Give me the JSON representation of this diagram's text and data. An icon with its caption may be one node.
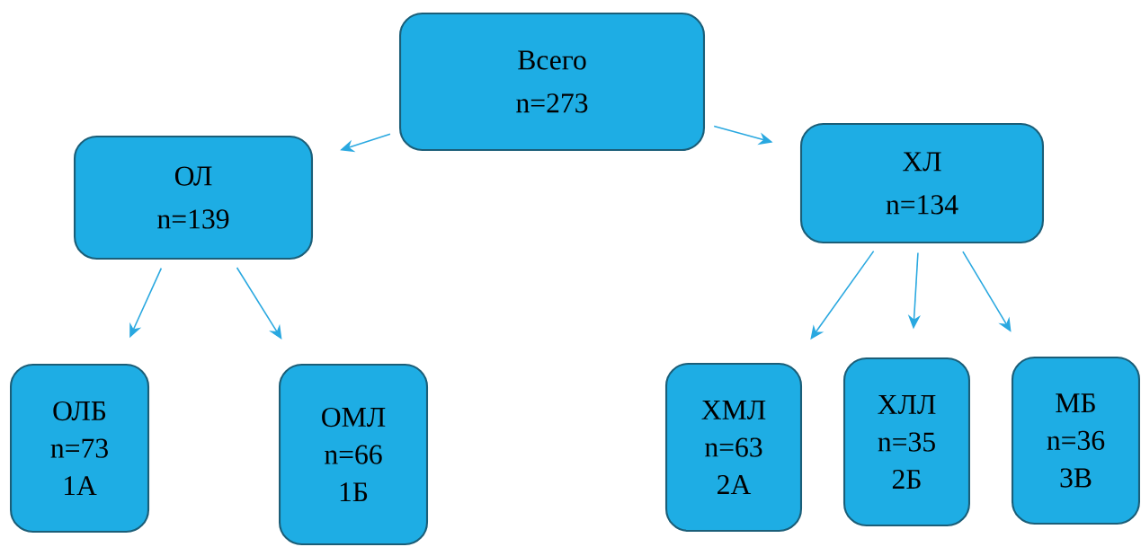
{
  "diagram": {
    "nodes": [
      {
        "text": [
          "Всего",
          "n=273"
        ]
      },
      {
        "text": [
          "ОЛ",
          "n=139"
        ]
      },
      {
        "text": [
          "ХЛ",
          "n=134"
        ]
      },
      {
        "text": [
          "ОЛБ",
          "n=73",
          "1А"
        ]
      },
      {
        "text": [
          "ОМЛ",
          "n=66",
          "1Б"
        ]
      },
      {
        "text": [
          "ХМЛ",
          "n=63",
          "2А"
        ]
      },
      {
        "text": [
          "ХЛЛ",
          "n=35",
          "2Б"
        ]
      },
      {
        "text": [
          "МБ",
          "n=36",
          "3В"
        ]
      }
    ],
    "edges": [
      {
        "from": 0,
        "to": 1,
        "arrow": "to"
      },
      {
        "from": 0,
        "to": 2,
        "arrow": "to"
      },
      {
        "from": 1,
        "to": 3,
        "arrow": "to"
      },
      {
        "from": 1,
        "to": 4,
        "arrow": "to"
      },
      {
        "from": 2,
        "to": 5,
        "arrow": "to"
      },
      {
        "from": 2,
        "to": 6,
        "arrow": "to"
      },
      {
        "from": 2,
        "to": 7,
        "arrow": "to"
      }
    ]
  }
}
